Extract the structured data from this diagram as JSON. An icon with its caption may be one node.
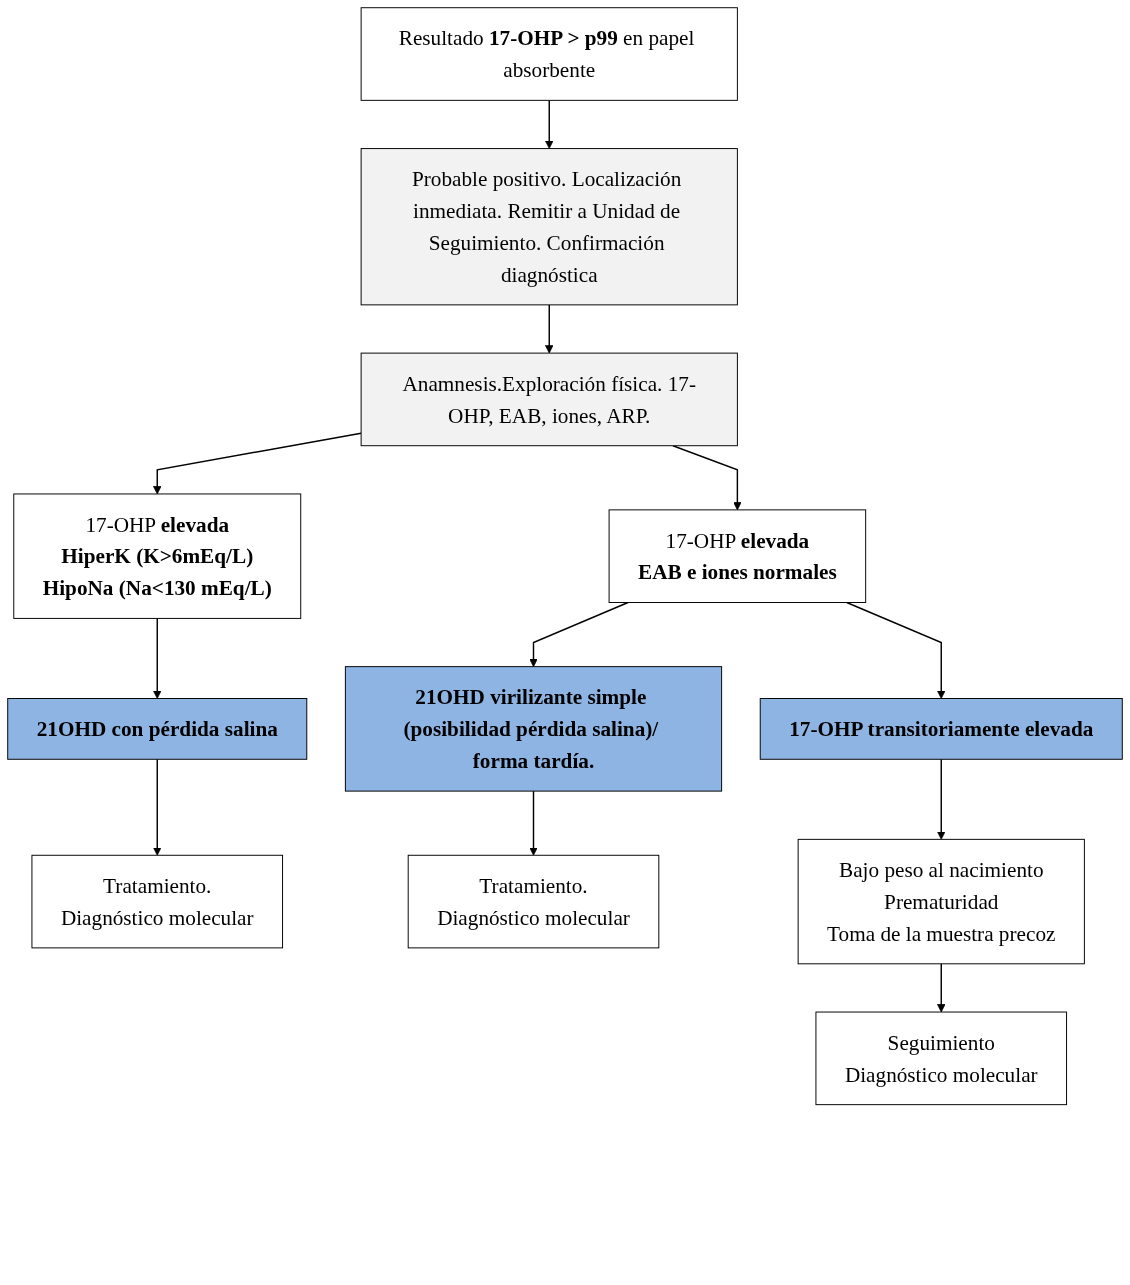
{
  "diagram": {
    "nodes": [
      {
        "text": [
          "Resultado **17-OHP > p99** en papel absorbente"
        ]
      },
      {
        "text": [
          "Probable positivo. Localización inmediata. Remitir a Unidad de Seguimiento. Confirmación diagnóstica"
        ]
      },
      {
        "text": [
          "Anamnesis.Exploración física. 17-OHP, EAB, iones, ARP."
        ]
      },
      {
        "text": [
          "17-OHP **elevada**",
          "HiperK (K>6mEq/L)",
          "HipoNa (Na<130 mEq/L)"
        ]
      },
      {
        "text": [
          "17-OHP **elevada**",
          "EAB e iones normales"
        ]
      },
      {
        "text": [
          "21OHD con pérdida salina"
        ]
      },
      {
        "text": [
          "21OHD virilizante simple (posibilidad pérdida salina)/ forma tardía."
        ]
      },
      {
        "text": [
          "17-OHP transitoriamente elevada"
        ]
      },
      {
        "text": [
          "Tratamiento.",
          "Diagnóstico molecular"
        ]
      },
      {
        "text": [
          "Tratamiento.",
          "Diagnóstico molecular"
        ]
      },
      {
        "text": [
          "Bajo peso al nacimiento",
          "Prematuridad",
          "Toma de la muestra precoz"
        ]
      },
      {
        "text": [
          "Seguimiento",
          "Diagnóstico molecular"
        ]
      }
    ],
    "edges": [
      {
        "from": 0,
        "to": 1,
        "arrow": "to"
      },
      {
        "from": 1,
        "to": 2,
        "arrow": "to"
      },
      {
        "from": 2,
        "to": 3,
        "arrow": "to"
      },
      {
        "from": 2,
        "to": 4,
        "arrow": "to"
      },
      {
        "from": 3,
        "to": 5,
        "arrow": "to"
      },
      {
        "from": 4,
        "to": 6,
        "arrow": "to"
      },
      {
        "from": 4,
        "to": 7,
        "arrow": "to"
      },
      {
        "from": 5,
        "to": 8,
        "arrow": "to"
      },
      {
        "from": 6,
        "to": 9,
        "arrow": "to"
      },
      {
        "from": 7,
        "to": 10,
        "arrow": "to"
      },
      {
        "from": 10,
        "to": 11,
        "arrow": "to"
      }
    ]
  }
}
